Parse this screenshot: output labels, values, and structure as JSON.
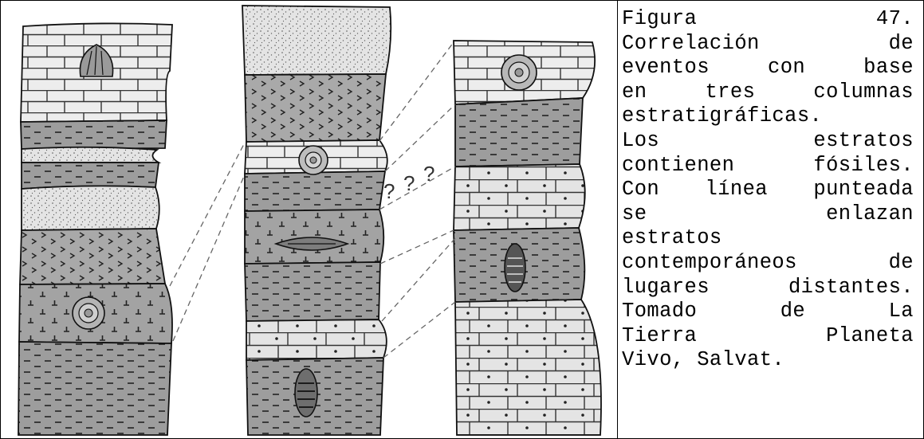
{
  "figure": {
    "question_marks": [
      "?",
      "?",
      "?"
    ]
  },
  "caption": {
    "lines": [
      "Figura 47.",
      "Correlación de",
      "eventos con base",
      "en tres columnas",
      "estratigráficas.",
      "Los estratos",
      "contienen fósiles.",
      "Con línea punteada",
      "se enlazan",
      "estratos",
      "contemporáneos de",
      "lugares distantes.",
      "Tomado de La",
      "Tierra Planeta",
      "Vivo, Salvat."
    ]
  },
  "colors": {
    "limestone": "#ececec",
    "shale": "#9c9c9c",
    "sandstone": "#e6e6e6",
    "volcanic": "#a8a8a8",
    "outline": "#111111"
  },
  "fossil_icons": [
    "shell-icon",
    "ammonite-icon",
    "ammonite-icon",
    "brachiopod-icon",
    "trilobite-icon",
    "trilobite-icon",
    "ammonite-icon"
  ]
}
